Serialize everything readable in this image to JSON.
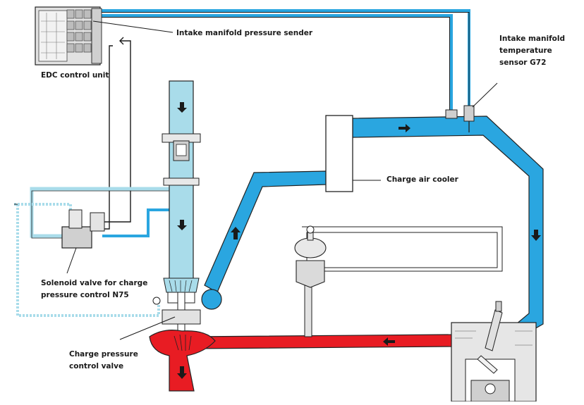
{
  "labels": {
    "intake_manifold_pressure_sender": "Intake manifold pressure sender",
    "edc_control_unit": "EDC control unit",
    "intake_manifold_temperature_sensor": [
      "Intake manifold",
      "temperature",
      "sensor G72"
    ],
    "charge_air_cooler": "Charge air cooler",
    "solenoid_valve": [
      "Solenoid valve for charge",
      "pressure control N75"
    ],
    "charge_pressure_control_valve": [
      "Charge pressure",
      "control valve"
    ]
  },
  "colors": {
    "intake_air": "#2aa6e0",
    "exhaust_gas": "#e81c23",
    "light_air": "#a9dcea",
    "outline": "#222222",
    "component_gray": "#d4d4d4"
  }
}
